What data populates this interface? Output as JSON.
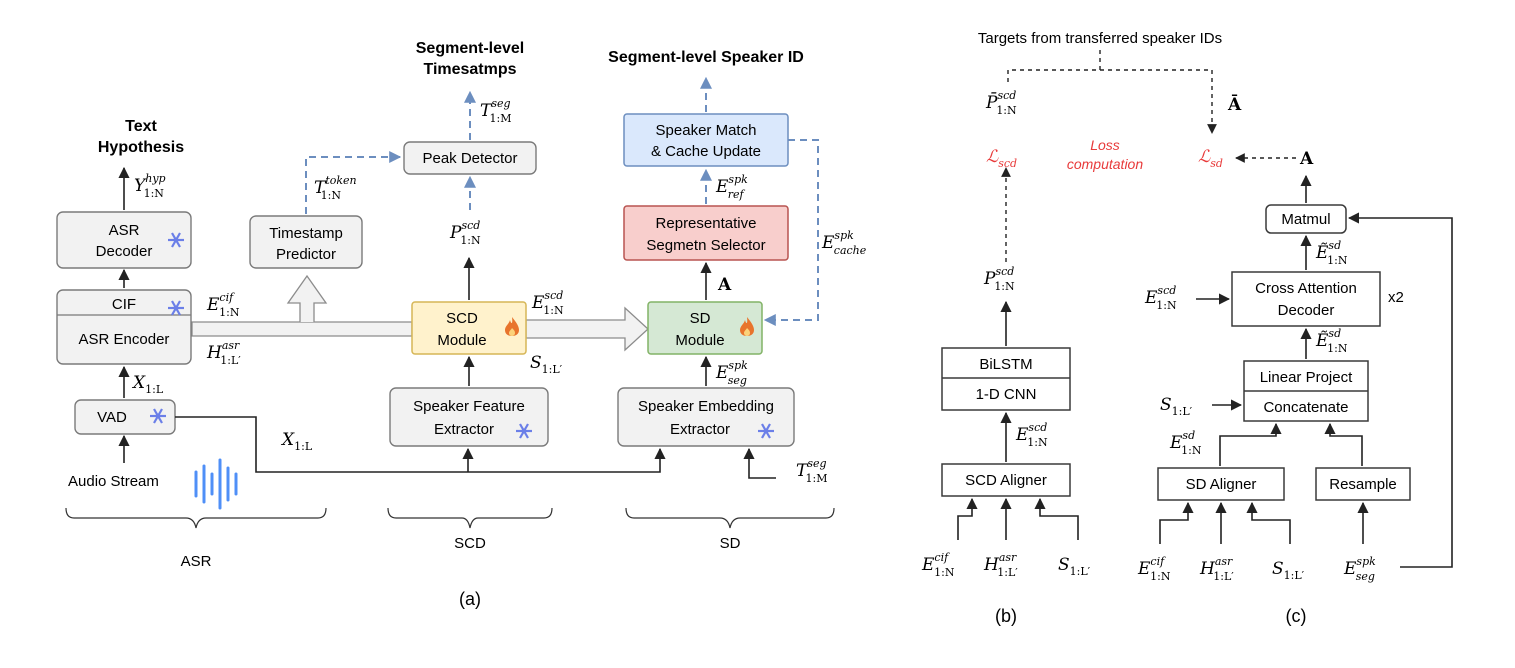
{
  "colors": {
    "gray_box": "#f2f2f2",
    "scd_module": "#fff2cc",
    "scd_module_border": "#d6b656",
    "sd_module": "#d5e8d4",
    "sd_module_border": "#82b366",
    "speaker_match": "#dae8fc",
    "speaker_match_border": "#6c8ebf",
    "rep_selector": "#f8cecc",
    "rep_selector_border": "#b85450",
    "blue_dash": "#6c8ebf",
    "snowflake": "#6b7fe8",
    "loss_red": "#e83a3a"
  },
  "a": {
    "caption": "(a)",
    "titles": {
      "text_hypothesis_1": "Text",
      "text_hypothesis_2": "Hypothesis",
      "seg_ts_1": "Segment-level",
      "seg_ts_2": "Timesatmps",
      "seg_spk": "Segment-level Speaker ID"
    },
    "boxes": {
      "asr_decoder_1": "ASR",
      "asr_decoder_2": "Decoder",
      "cif": "CIF",
      "asr_encoder": "ASR Encoder",
      "vad": "VAD",
      "timestamp_predictor_1": "Timestamp",
      "timestamp_predictor_2": "Predictor",
      "peak_detector": "Peak Detector",
      "scd_module_1": "SCD",
      "scd_module_2": "Module",
      "speaker_feature_1": "Speaker Feature",
      "speaker_feature_2": "Extractor",
      "speaker_match_1": "Speaker Match",
      "speaker_match_2": "& Cache Update",
      "rep_selector_1": "Representative",
      "rep_selector_2": "Segmetn Selector",
      "sd_module_1": "SD",
      "sd_module_2": "Module",
      "speaker_embedding_1": "Speaker Embedding",
      "speaker_embedding_2": "Extractor"
    },
    "audio_stream": "Audio Stream",
    "groups": {
      "asr": "ASR",
      "scd": "SCD",
      "sd": "SD"
    },
    "symbols": {
      "y_hyp": "Y",
      "y_hyp_sup": "hyp",
      "y_hyp_sub": "1:N",
      "t_seg": "T",
      "t_seg_sup": "seg",
      "t_seg_sub": "1:M",
      "t_token": "T",
      "t_token_sup": "token",
      "t_token_sub": "1:N",
      "e_cif": "E",
      "e_cif_sup": "cif",
      "e_cif_sub": "1:N",
      "h_asr": "H",
      "h_asr_sup": "asr",
      "h_asr_sub": "1:L′",
      "x_1l_a": "X",
      "x_1l_a_sub": "1:L",
      "x_1l_b": "X",
      "x_1l_b_sub": "1:L",
      "p_scd": "P",
      "p_scd_sup": "scd",
      "p_scd_sub": "1:N",
      "e_scd": "E",
      "e_scd_sup": "scd",
      "e_scd_sub": "1:N",
      "s_l": "S",
      "s_l_sub": "1:L′",
      "e_ref": "E",
      "e_ref_sup": "spk",
      "e_ref_sub": "ref",
      "e_cache": "E",
      "e_cache_sup": "spk",
      "e_cache_sub": "cache",
      "a_bold": "A",
      "e_seg": "E",
      "e_seg_sup": "spk",
      "e_seg_sub": "seg",
      "t_seg2": "T",
      "t_seg2_sup": "seg",
      "t_seg2_sub": "1:M"
    }
  },
  "b": {
    "caption": "(b)",
    "bilstm": "BiLSTM",
    "cnn": "1-D CNN",
    "aligner": "SCD Aligner",
    "p_scd": "P",
    "p_scd_sup": "scd",
    "p_scd_sub": "1:N",
    "p_bar": "P̄",
    "p_bar_sup": "scd",
    "p_bar_sub": "1:N",
    "loss": "ℒ",
    "loss_sub": "scd",
    "e_scd": "E",
    "e_scd_sup": "scd",
    "e_scd_sub": "1:N",
    "in_e": "E",
    "in_e_sup": "cif",
    "in_e_sub": "1:N",
    "in_h": "H",
    "in_h_sup": "asr",
    "in_h_sub": "1:L′",
    "in_s": "S",
    "in_s_sub": "1:L′"
  },
  "c": {
    "caption": "(c)",
    "matmul": "Matmul",
    "cross_1": "Cross Attention",
    "cross_2": "Decoder",
    "x2": "x2",
    "linear": "Linear Project",
    "concat": "Concatenate",
    "aligner": "SD Aligner",
    "resample": "Resample",
    "loss": "ℒ",
    "loss_sub": "sd",
    "a_bar": "Ā",
    "a": "A",
    "e_tilde1": "Ẽ",
    "e_tilde1_sup": "sd",
    "e_tilde1_sub": "1:N",
    "e_tilde2": "Ẽ",
    "e_tilde2_sup": "sd",
    "e_tilde2_sub": "1:N",
    "e_scd_in": "E",
    "e_scd_in_sup": "scd",
    "e_scd_in_sub": "1:N",
    "s_in": "S",
    "s_in_sub": "1:L′",
    "e_sd": "E",
    "e_sd_sup": "sd",
    "e_sd_sub": "1:N",
    "in_e": "E",
    "in_e_sup": "cif",
    "in_e_sub": "1:N",
    "in_h": "H",
    "in_h_sup": "asr",
    "in_h_sub": "1:L′",
    "in_s": "S",
    "in_s_sub": "1:L′",
    "in_spk": "E",
    "in_spk_sup": "spk",
    "in_spk_sub": "seg"
  },
  "shared": {
    "targets": "Targets from transferred speaker IDs",
    "loss_comp_1": "Loss",
    "loss_comp_2": "computation"
  }
}
